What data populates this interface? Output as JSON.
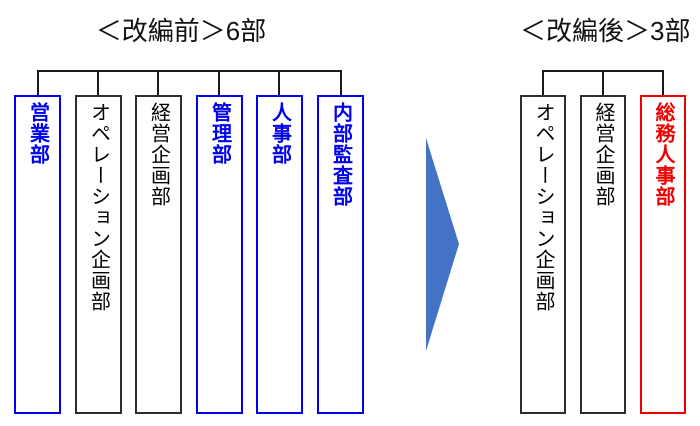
{
  "before": {
    "title": "＜改編前＞6部",
    "departments": [
      {
        "name": "営業部",
        "color": "#0000ee"
      },
      {
        "name": "オペレーション企画部",
        "color": "#000000"
      },
      {
        "name": "経営企画部",
        "color": "#000000"
      },
      {
        "name": "管理部",
        "color": "#0000ee"
      },
      {
        "name": "人事部",
        "color": "#0000ee"
      },
      {
        "name": "内部監査部",
        "color": "#0000ee"
      }
    ]
  },
  "after": {
    "title": "＜改編後＞3部",
    "departments": [
      {
        "name": "オペレーション企画部",
        "color": "#000000"
      },
      {
        "name": "経営企画部",
        "color": "#000000"
      },
      {
        "name": "総務人事部",
        "color": "#ee0000"
      }
    ]
  },
  "arrow": {
    "direction": "right",
    "color": "#4472c4"
  },
  "colors": {
    "highlight_before": "#0000ee",
    "highlight_after": "#ee0000",
    "default_outline": "#2d2d2d",
    "connector_line": "#1a1a1a",
    "background": "#ffffff"
  }
}
